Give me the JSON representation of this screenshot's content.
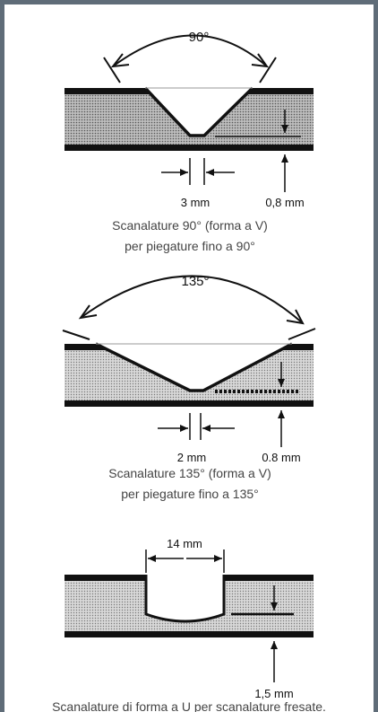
{
  "diagram_1": {
    "angle": "90°",
    "width_label": "3 mm",
    "depth_label": "0,8 mm",
    "caption_line1": "Scanalature 90° (forma a V)",
    "caption_line2": "per piegature fino a 90°"
  },
  "diagram_2": {
    "angle": "135°",
    "width_label": "2 mm",
    "depth_label": "0.8 mm",
    "caption_line1": "Scanalature 135° (forma a V)",
    "caption_line2": "per piegature fino a 135°"
  },
  "diagram_3": {
    "width_label": "14 mm",
    "depth_label": "1,5 mm",
    "caption": "Scanalature di forma a U per scanalature fresate."
  },
  "colors": {
    "frame": "#5f6c78",
    "panel_fill": "#cfcfcf",
    "ink": "#111111"
  }
}
